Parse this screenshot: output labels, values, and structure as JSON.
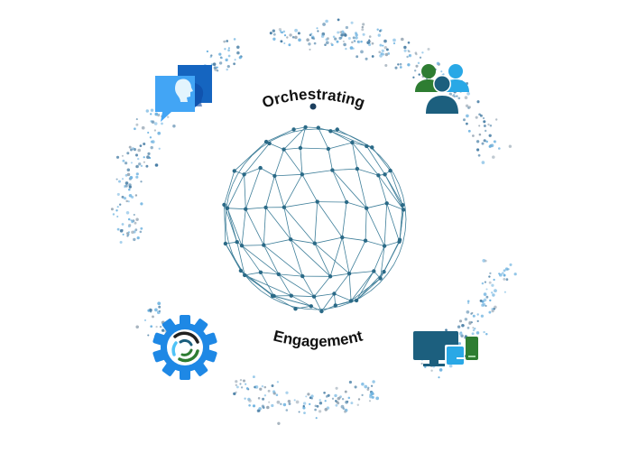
{
  "labels": {
    "top": "Orchestrating",
    "bottom": "Engagement"
  },
  "icons": [
    {
      "name": "chat-faces-icon",
      "position": "top-left"
    },
    {
      "name": "users-group-icon",
      "position": "top-right"
    },
    {
      "name": "gear-icon",
      "position": "bottom-left"
    },
    {
      "name": "devices-icon",
      "position": "bottom-right"
    }
  ],
  "colors": {
    "node": "#2b6a87",
    "edge": "#3f7f9a",
    "dot_light": "#6fb3e0",
    "dot_dark": "#4a7fa6",
    "dot_gray": "#9aa9b6",
    "brand_blue": "#1e88e5",
    "dark_teal": "#1c5f7e",
    "green": "#2e7d32",
    "sky": "#29a8e6",
    "label": "#111111"
  }
}
